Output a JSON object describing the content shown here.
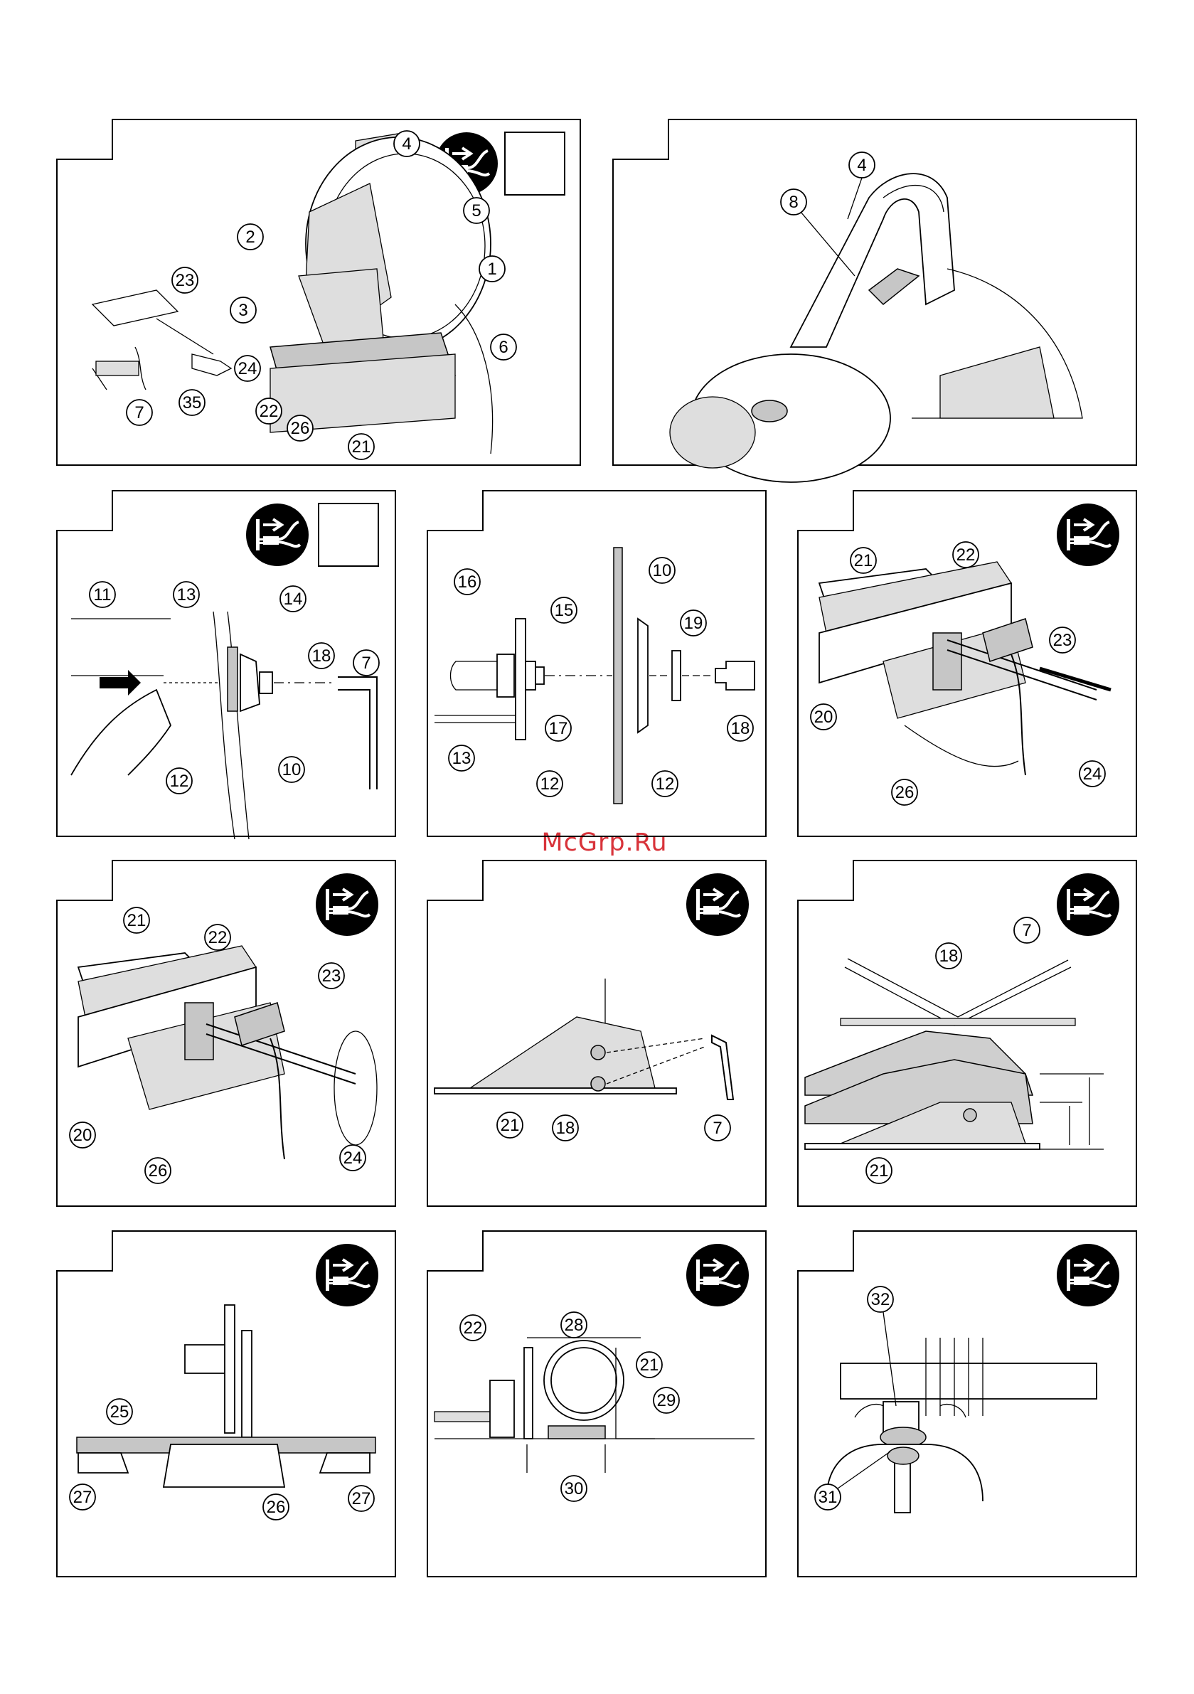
{
  "watermark": "McGrp.Ru",
  "panels": [
    {
      "id": "p1",
      "callouts": [
        "4",
        "5",
        "1",
        "2",
        "3",
        "23",
        "24",
        "22",
        "26",
        "21",
        "6",
        "7",
        "35"
      ],
      "has_unplug_icon": true,
      "has_box": true
    },
    {
      "id": "p2",
      "callouts": [
        "4",
        "8"
      ],
      "has_unplug_icon": false,
      "has_box": false
    },
    {
      "id": "p3",
      "callouts": [
        "11",
        "13",
        "14",
        "18",
        "7",
        "12",
        "10"
      ],
      "has_unplug_icon": true,
      "has_box": true
    },
    {
      "id": "p4",
      "callouts": [
        "16",
        "15",
        "10",
        "19",
        "17",
        "18",
        "13",
        "12",
        "12"
      ],
      "has_unplug_icon": false,
      "has_box": false
    },
    {
      "id": "p5",
      "callouts": [
        "21",
        "22",
        "23",
        "20",
        "26",
        "24"
      ],
      "has_unplug_icon": true,
      "has_box": false
    },
    {
      "id": "p6",
      "callouts": [
        "21",
        "22",
        "23",
        "20",
        "26",
        "24"
      ],
      "has_unplug_icon": true,
      "has_box": false
    },
    {
      "id": "p7",
      "callouts": [
        "21",
        "18",
        "7"
      ],
      "has_unplug_icon": true,
      "has_box": false
    },
    {
      "id": "p8",
      "callouts": [
        "18",
        "7",
        "21"
      ],
      "has_unplug_icon": true,
      "has_box": false
    },
    {
      "id": "p9",
      "callouts": [
        "25",
        "27",
        "26",
        "27"
      ],
      "has_unplug_icon": true,
      "has_box": false
    },
    {
      "id": "p10",
      "callouts": [
        "22",
        "28",
        "21",
        "29",
        "30"
      ],
      "has_unplug_icon": true,
      "has_box": false
    },
    {
      "id": "p11",
      "callouts": [
        "32",
        "31"
      ],
      "has_unplug_icon": true,
      "has_box": false
    }
  ],
  "icons": {
    "unplug": "unplug-power-icon"
  }
}
